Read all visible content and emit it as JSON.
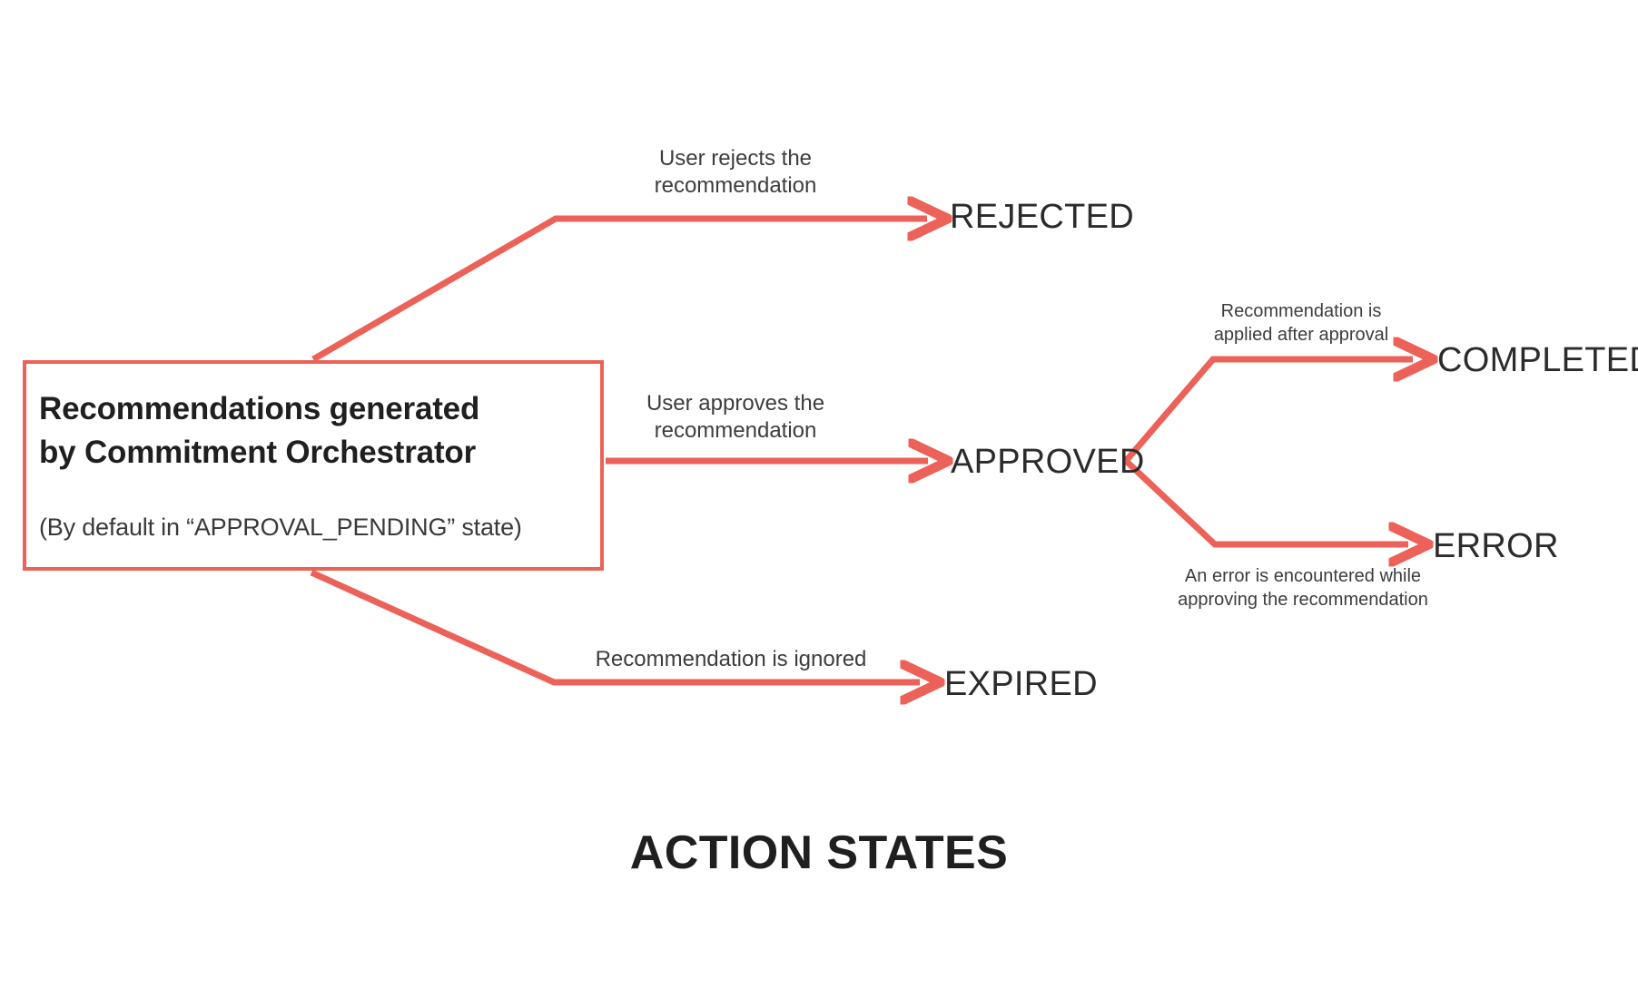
{
  "diagram": {
    "title": "ACTION STATES",
    "accent_color": "#EC6158",
    "text_color": "#2b2b2b",
    "background_color": "#ffffff",
    "source_node": {
      "title_line_1": "Recommendations generated",
      "title_line_2": "by Commitment Orchestrator",
      "subtitle": "(By default in “APPROVAL_PENDING” state)"
    },
    "states": [
      {
        "id": "rejected",
        "label": "REJECTED"
      },
      {
        "id": "approved",
        "label": "APPROVED"
      },
      {
        "id": "expired",
        "label": "EXPIRED"
      },
      {
        "id": "completed",
        "label": "COMPLETED"
      },
      {
        "id": "error",
        "label": "ERROR"
      }
    ],
    "transitions": [
      {
        "id": "to-rejected",
        "from": "source_node",
        "to": "rejected",
        "label": "User rejects the\nrecommendation"
      },
      {
        "id": "to-approved",
        "from": "source_node",
        "to": "approved",
        "label": "User approves the\nrecommendation"
      },
      {
        "id": "to-expired",
        "from": "source_node",
        "to": "expired",
        "label": "Recommendation is ignored"
      },
      {
        "id": "to-completed",
        "from": "approved",
        "to": "completed",
        "label": "Recommendation is\napplied after approval"
      },
      {
        "id": "to-error",
        "from": "approved",
        "to": "error",
        "label": "An error is encountered while\napproving the recommendation"
      }
    ]
  }
}
